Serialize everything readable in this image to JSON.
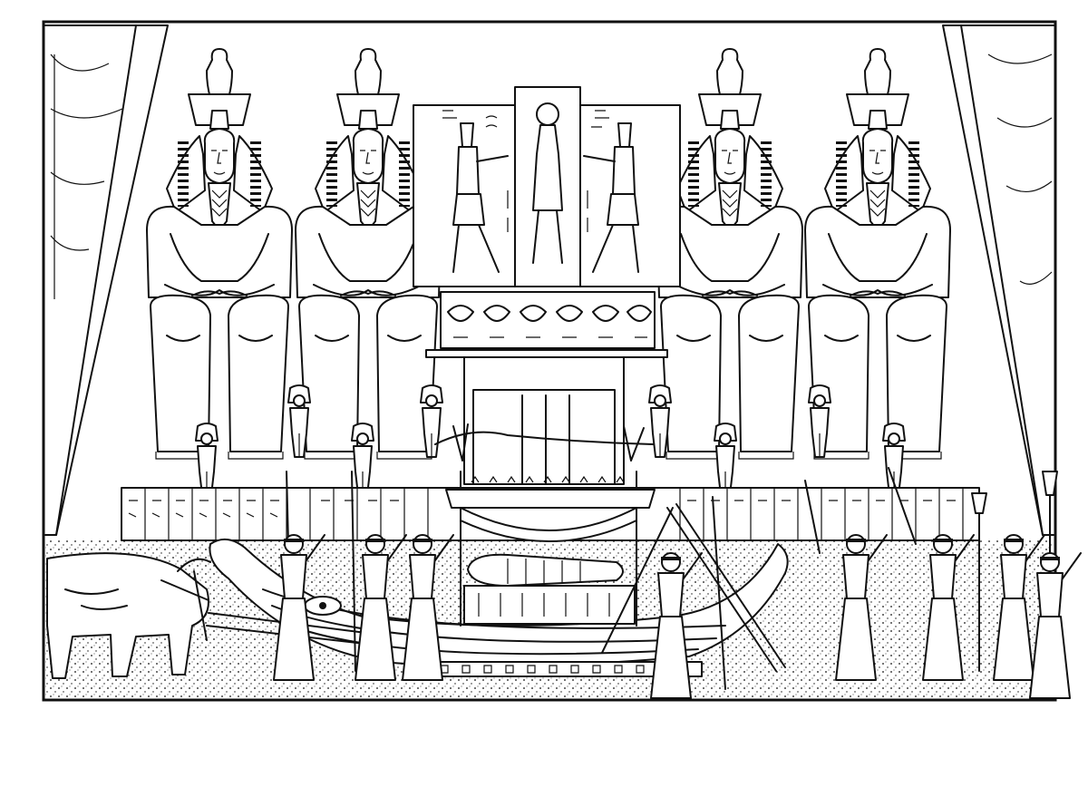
{
  "scene": {
    "subject": "temple-facade-with-seated-colossi-and-funeral-barque",
    "colors": {
      "ink": "#111111",
      "paper": "#ffffff"
    },
    "colossi_count": 4,
    "standing_statues_count": 8,
    "procession_figures_count": 8
  }
}
